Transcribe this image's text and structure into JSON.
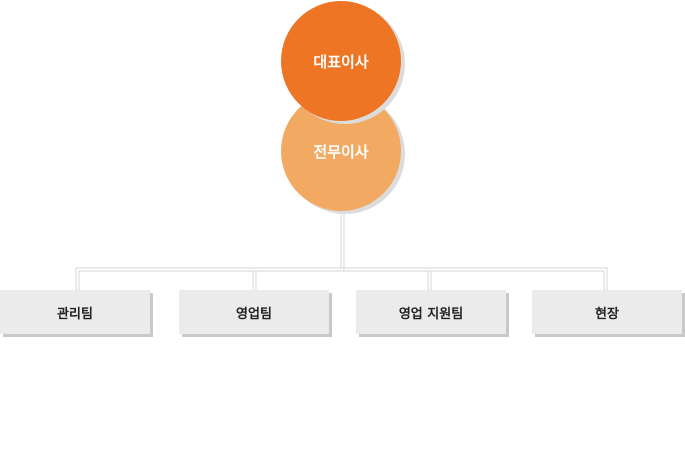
{
  "colors": {
    "ceo_fill": "#ed7523",
    "vp_fill": "#f2aa63",
    "team_fill": "#ebebeb",
    "connector": "#d4d4d4"
  },
  "org": {
    "ceo": {
      "label": "대표이사"
    },
    "vp": {
      "label": "전무이사"
    },
    "teams": [
      {
        "label": "관리팀"
      },
      {
        "label": "영업팀"
      },
      {
        "label": "영업 지원팀"
      },
      {
        "label": "현장"
      }
    ]
  }
}
